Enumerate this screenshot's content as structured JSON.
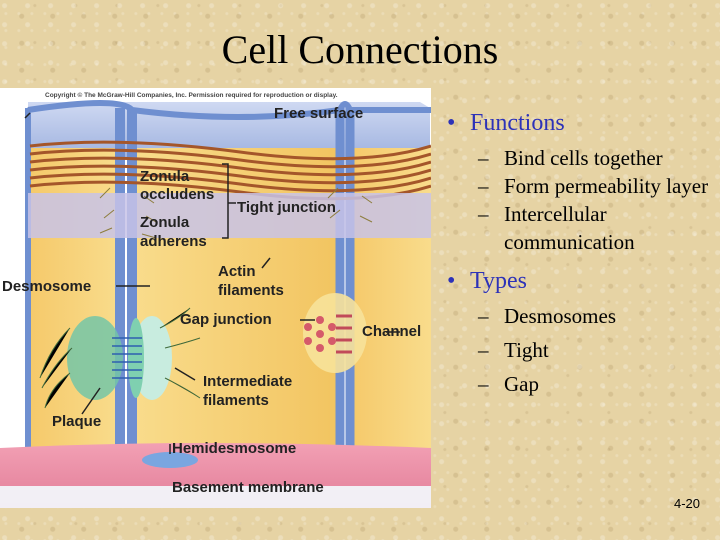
{
  "slide": {
    "title": "Cell Connections",
    "number": "4-20"
  },
  "figure": {
    "copyright": "Copyright © The McGraw-Hill Companies, Inc. Permission required for reproduction or display.",
    "labels": {
      "free_surface": "Free surface",
      "zonula_occludens_1": "Zonula",
      "zonula_occludens_2": "occludens",
      "zonula_adherens_1": "Zonula",
      "zonula_adherens_2": "adherens",
      "tight_junction": "Tight junction",
      "actin_1": "Actin",
      "actin_2": "filaments",
      "desmosome": "Desmosome",
      "gap_junction": "Gap junction",
      "channel": "Channel",
      "intermediate_1": "Intermediate",
      "intermediate_2": "filaments",
      "plaque": "Plaque",
      "hemidesmosome": "Hemidesmosome",
      "basement_membrane": "Basement membrane"
    }
  },
  "bullets": [
    {
      "text": "Functions",
      "items": [
        "Bind cells together",
        "Form permeability layer",
        "Intercellular communication"
      ]
    },
    {
      "text": "Types",
      "items": [
        "Desmosomes",
        "Tight",
        "Gap"
      ]
    }
  ]
}
